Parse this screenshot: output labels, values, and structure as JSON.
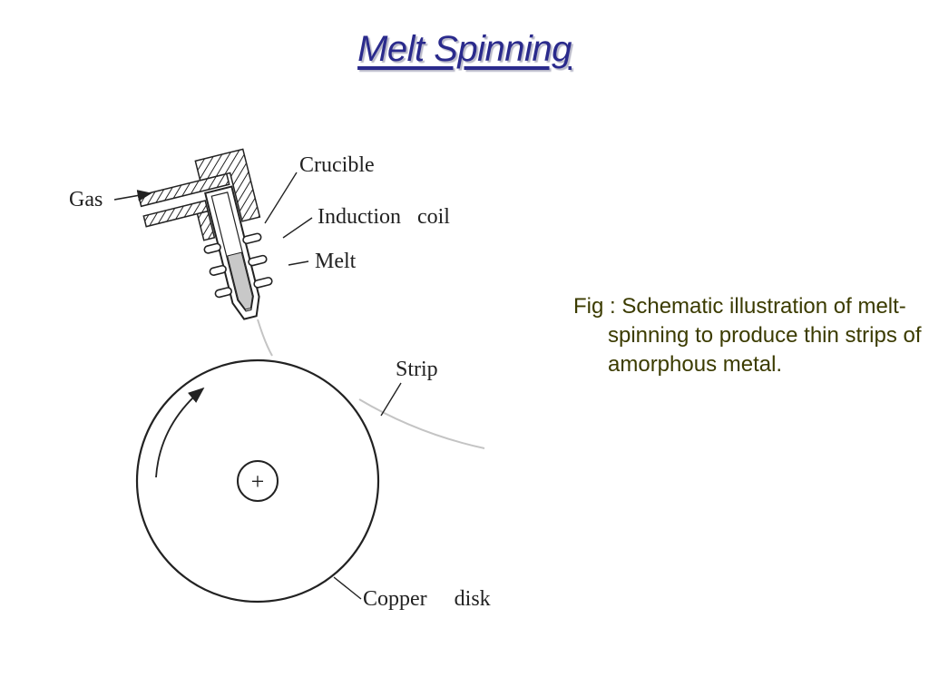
{
  "title": "Melt Spinning",
  "caption": "Fig : Schematic illustration of melt-spinning to produce thin strips of amorphous metal.",
  "diagram": {
    "labels": {
      "gas": "Gas",
      "crucible": "Crucible",
      "induction_coil": "Induction   coil",
      "melt": "Melt",
      "strip": "Strip",
      "copper_disk": "Copper     disk",
      "center": "+"
    }
  },
  "colors": {
    "title": "#2a2a8c",
    "caption": "#3b3b00",
    "melt_fill": "#c8c8c8",
    "strip_line": "#c4c4c4"
  }
}
